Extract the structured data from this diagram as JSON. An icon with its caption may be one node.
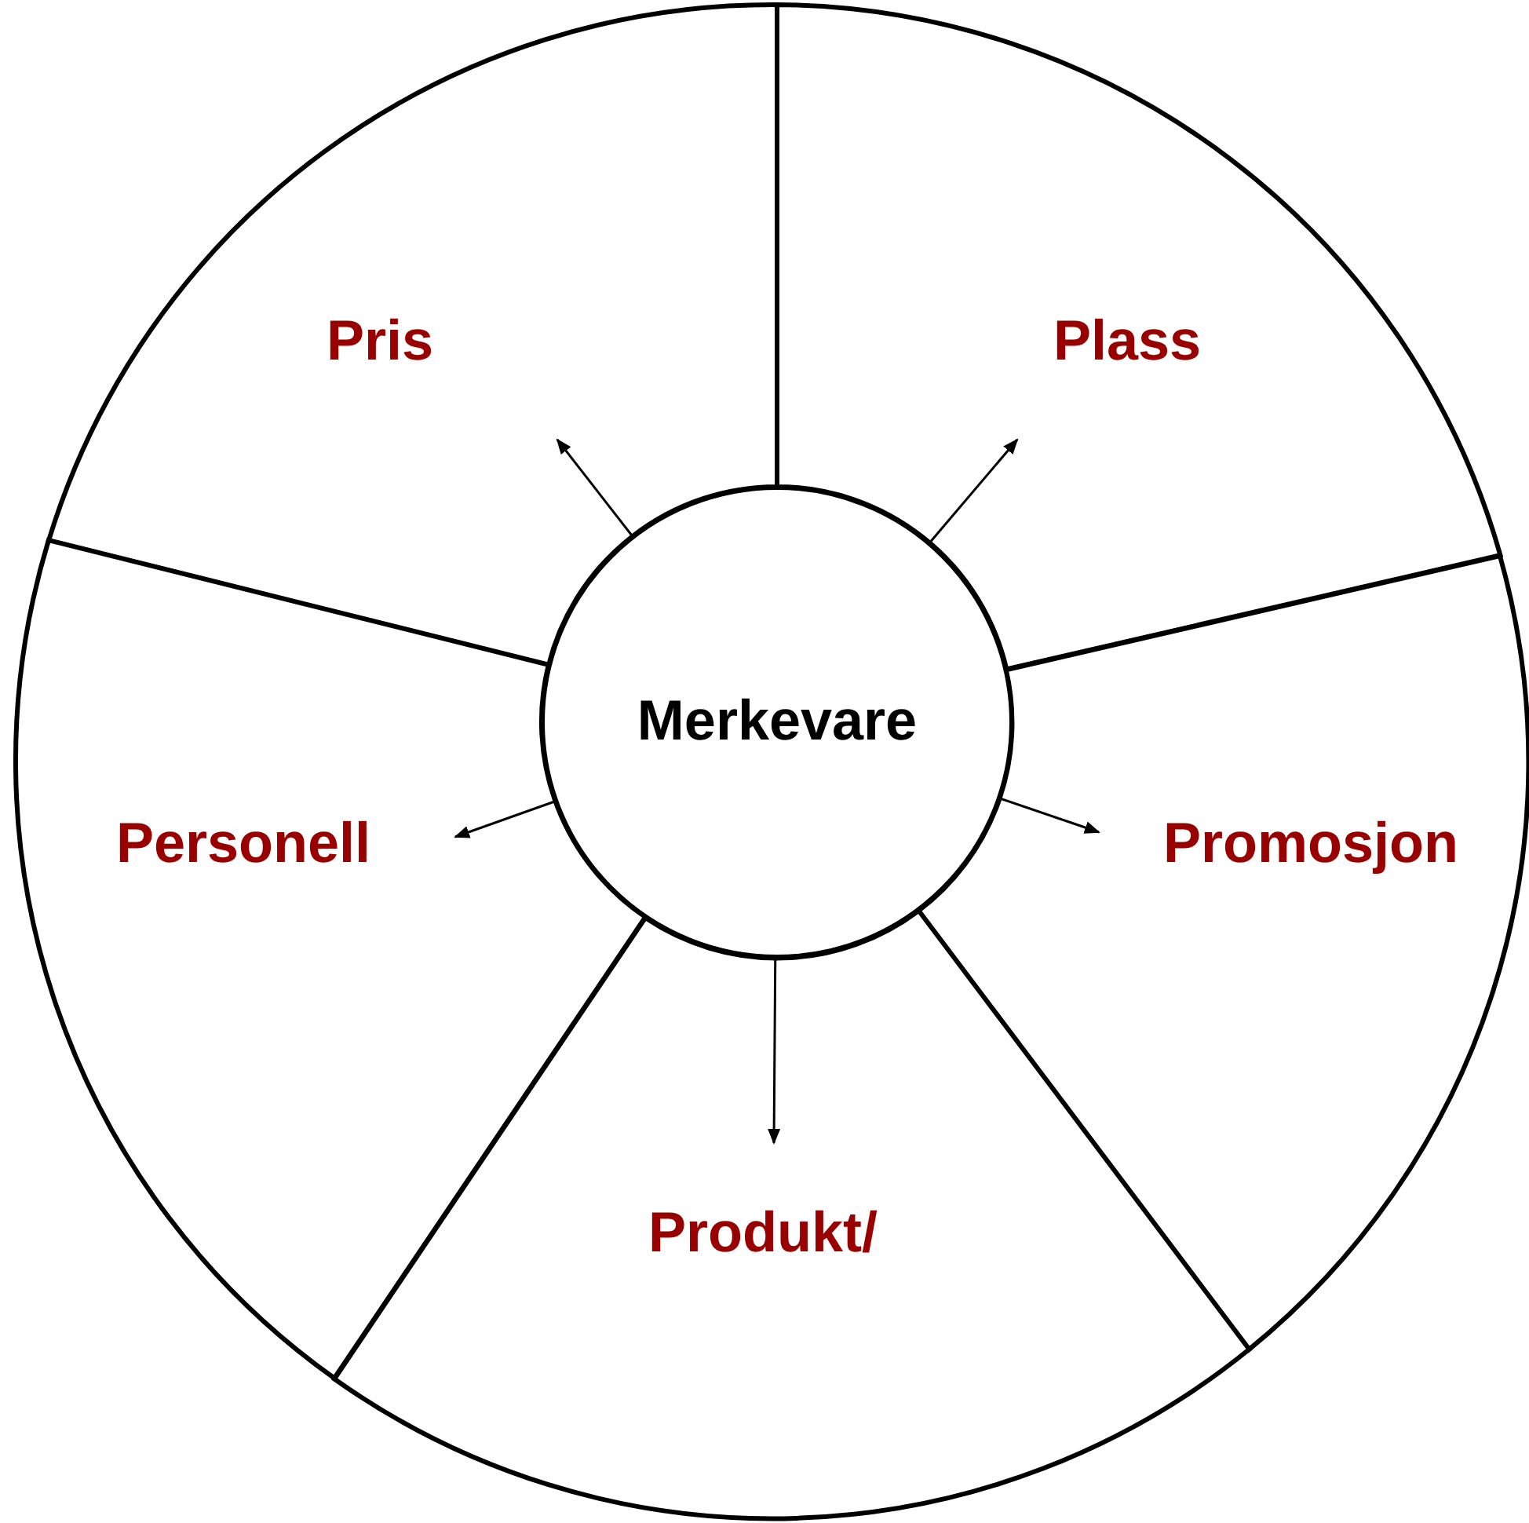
{
  "diagram": {
    "nodes": [
      {
        "text": [
          "Pris"
        ]
      },
      {
        "text": [
          "Plass"
        ]
      },
      {
        "text": [
          "Merkevare"
        ]
      },
      {
        "text": [
          "Personell"
        ]
      },
      {
        "text": [
          "Promosjon"
        ]
      },
      {
        "text": [
          "Produkt/"
        ]
      }
    ],
    "edges": [
      {
        "from": 2,
        "to": 0,
        "arrow": "to"
      },
      {
        "from": 2,
        "to": 1,
        "arrow": "to"
      },
      {
        "from": 2,
        "to": 4,
        "arrow": "to"
      },
      {
        "from": 2,
        "to": 5,
        "arrow": "to"
      },
      {
        "from": 2,
        "to": 3,
        "arrow": "to"
      }
    ]
  }
}
